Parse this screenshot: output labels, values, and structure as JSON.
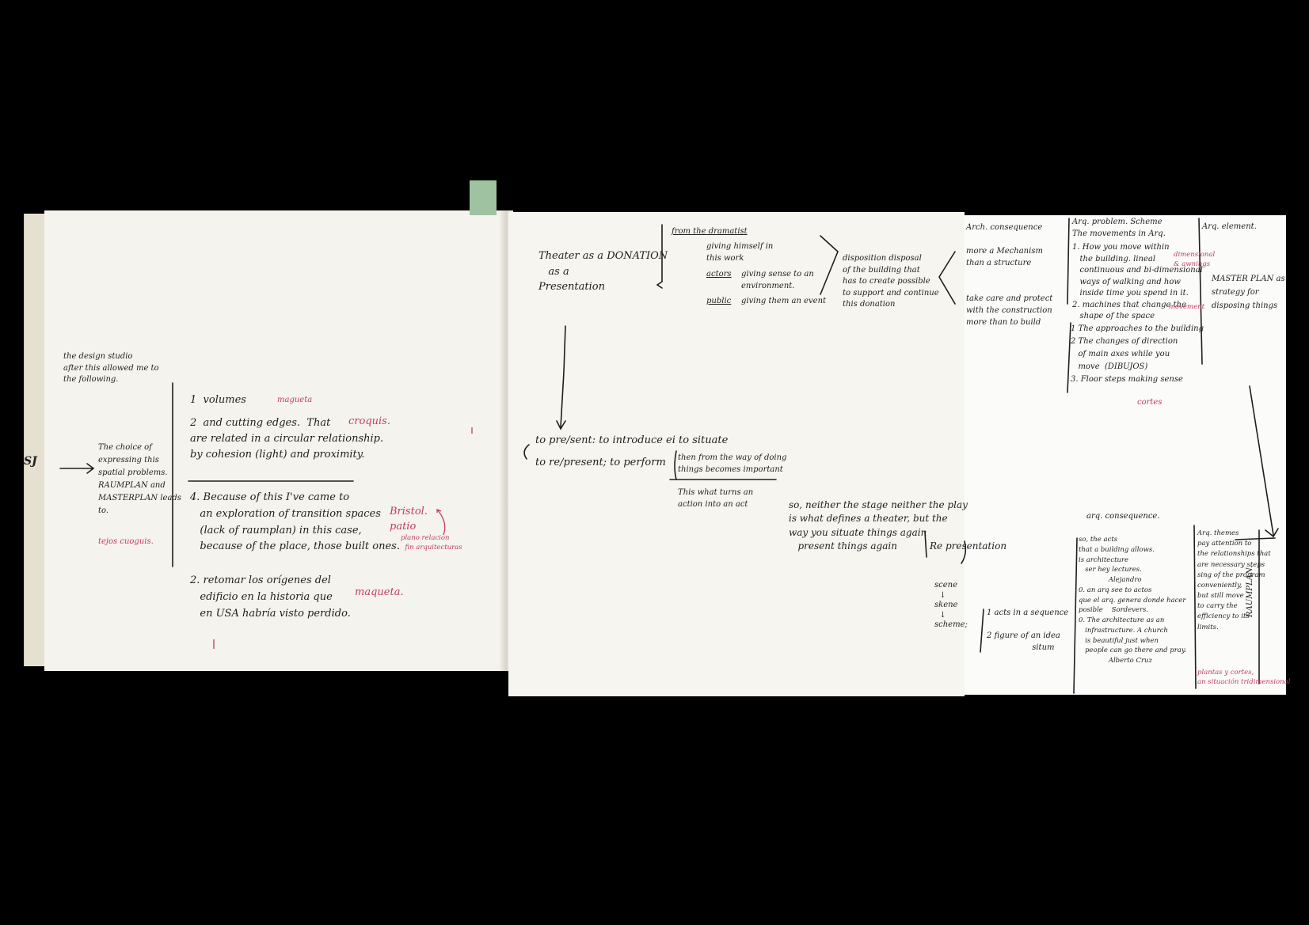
{
  "left_page": {
    "margin_mark": "SJ",
    "intro_note": "the design studio\nafter this allowed me to\nthe following.",
    "choice_note": "The choice of\nexpressing this\nspatial problems.\nRAUMPLAN and\nMASTERPLAN leads\nto.",
    "choice_note_red": "tejos cuoguis.",
    "item1": "1  volumes",
    "item1_red": "magueta",
    "item2": "2  and cutting edges.  That\nare related in a circular relationship.\nby cohesion (light) and proximity.",
    "item2_red": "croquis.",
    "because_text": "4. Because of this I've came to\n   an exploration of transition spaces\n   (lack of raumplan) in this case,\n   because of the place, those built ones.",
    "because_red": "Bristol.\npatio",
    "because_red_small": "plano relacion\n  fin arquitecturas",
    "retomar": "2. retomar los orígenes del\n   edificio en la historia que\n   en USA habría visto perdido.",
    "retomar_red": "maqueta."
  },
  "middle_page": {
    "theater_title": "Theater as a DONATION\n   as a\nPresentation",
    "from_dramatist": "from the dramatist",
    "dramatist_detail": "giving himself in\nthis work",
    "actors": "actors",
    "actors_detail": "giving sense to an\nenvironment.",
    "public": "public",
    "public_detail": "giving them an event",
    "disposition": "disposition disposal\nof the building that\nhas to create possible\nto support and continue\nthis donation",
    "to_present": "to pre/sent: to introduce ei to situate",
    "to_represent": "to re/present; to perform",
    "thing_note": "then from the way of doing\nthings becomes important",
    "action_note": "This what turns an\naction into an act",
    "so_neither": "so, neither the stage neither the play\nis what defines a theater, but the\nway you situate things again\n   present things again",
    "re_presentation": "Re presentation"
  },
  "right_panel": {
    "arch_consequence": "Arch. consequence\n\nmore a Mechanism\nthan a structure\n\n\ntake care and protect\nwith the construction\nmore than to build",
    "movements_title": "Arq. problem. Scheme\nThe movements in Arq.",
    "movements_text": "1. How you move within\n   the building. lineal\n   continuous and bi-dimensional\n   ways of walking and how\n   inside time you spend in it.\n2. machines that change the\n   shape of the space",
    "movements_red": "dimensional\n& awnings",
    "movements_red2": "movement",
    "approaches": "1 The approaches to the building\n2 The changes of direction\n   of main axes while you\n   move  (DIBUJOS)\n3. Floor steps making sense",
    "approaches_red": "cortes",
    "arq_element": "Arq. element.",
    "masterplan": "MASTER PLAN as\nstrategy for\ndisposing things",
    "scene": "scene\n  ↓\nskene\n  ↓\nscheme;",
    "acts": "1 acts in a sequence\n\n2 figure of an idea\n                  situm",
    "arq_consequence2": "arq. consequence.",
    "so_acts": "so, the acts\nthat a building allows.\nis architecture\n   ser hey lectures.\n              Alejandro\n0. an arq see to actos\nque el arq. genera donde hacer\nposible    Sordevers.\n0. The architecture as an\n   infrastructure. A church\n   is beautiful just when\n   people can go there and pray.\n              Alberto Cruz",
    "arq_themes": "Arq. themes\npay attention to\nthe relationships that\nare necessary steps\nsing of the program\nconveniently,\nbut still move\nto carry the\nefficiency to its\nlimits.",
    "arq_themes_red": "plantas y cortes,\nan situación tridimensional",
    "raumplan_vertical": "RAUMPLAN."
  },
  "colors": {
    "background": "#000000",
    "paper": "#f6f4ee",
    "ink": "#1e1e1e",
    "red_ink": "#c43a62",
    "bookmark": "#9fc3a0"
  }
}
